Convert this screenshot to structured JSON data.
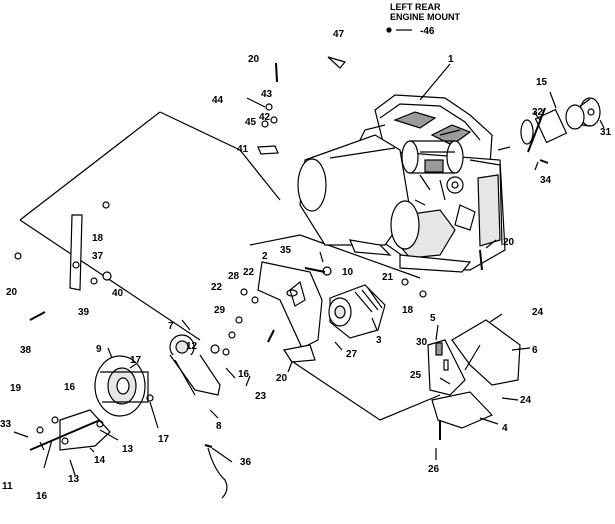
{
  "header": {
    "line1": "LEFT REAR",
    "line2": "ENGINE MOUNT",
    "callout": "-46"
  },
  "callouts": [
    "1",
    "2",
    "3",
    "4",
    "5",
    "6",
    "7",
    "8",
    "9",
    "10",
    "11",
    "12",
    "13",
    "13",
    "14",
    "15",
    "16",
    "16",
    "16",
    "17",
    "17",
    "18",
    "18",
    "19",
    "20",
    "20",
    "20",
    "20",
    "21",
    "22",
    "22",
    "23",
    "24",
    "24",
    "25",
    "26",
    "27",
    "28",
    "29",
    "30",
    "31",
    "32",
    "33",
    "34",
    "35",
    "36",
    "37",
    "38",
    "39",
    "40",
    "41",
    "42",
    "43",
    "44",
    "45",
    "47"
  ],
  "colors": {
    "ink": "#000000",
    "paper": "#ffffff",
    "shade": "#9a9a9a",
    "fill": "#e6e6e6"
  }
}
